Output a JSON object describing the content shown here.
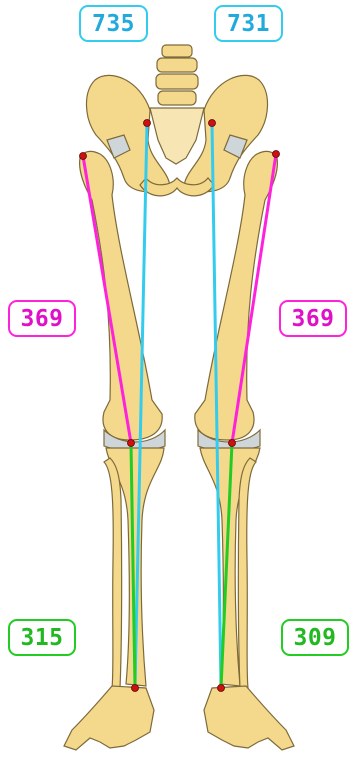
{
  "colors": {
    "bone_fill": "#f4d98c",
    "bone_outline": "#7d6a3a",
    "cartilage": "#cfd6da",
    "full_leg_line": "#33ccee",
    "femur_line": "#ff22dd",
    "tibia_line": "#22cc22",
    "landmark_dot": "#cc1111"
  },
  "measurements": {
    "left_full_leg": "735",
    "right_full_leg": "731",
    "left_femur": "369",
    "right_femur": "369",
    "left_tibia": "315",
    "right_tibia": "309"
  }
}
